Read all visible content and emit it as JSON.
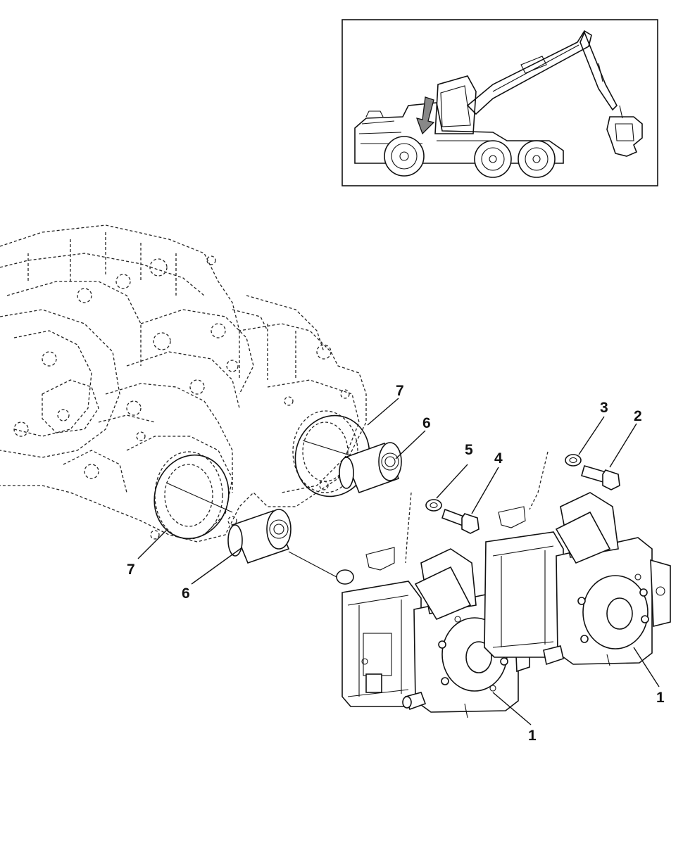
{
  "callouts": {
    "c1a": "1",
    "c1b": "1",
    "c2": "2",
    "c3": "3",
    "c4": "4",
    "c5": "5",
    "c6a": "6",
    "c6b": "6",
    "c7a": "7",
    "c7b": "7"
  },
  "colors": {
    "line": "#111111",
    "background": "#ffffff",
    "dashed_outline": "#222222"
  },
  "icons": {
    "locator_arrow": "down-arrow-icon"
  }
}
